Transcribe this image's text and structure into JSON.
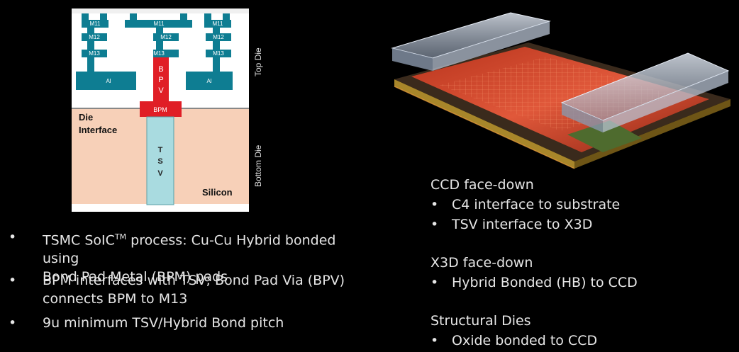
{
  "diagram": {
    "metal_labels": {
      "m11": "M11",
      "m12": "M12",
      "m13": "M13"
    },
    "al_label": "Al",
    "bpv_letters": [
      "B",
      "P",
      "V"
    ],
    "bpm_label": "BPM",
    "tsv_letters": [
      "T",
      "S",
      "V"
    ],
    "die_interface_line1": "Die",
    "die_interface_line2": "Interface",
    "silicon_label": "Silicon",
    "top_die_label": "Top Die",
    "bottom_die_label": "Bottom Die"
  },
  "left_bullets": [
    {
      "line1_pre": "TSMC SoIC",
      "line1_sup": "TM",
      "line1_post": " process: Cu-Cu Hybrid bonded using",
      "line2": "Bond Pad Metal (BPM) pads"
    },
    {
      "line1": "BPM interfaces with TSV; Bond Pad Via (BPV)",
      "line2": "connects BPM to M13"
    },
    {
      "line1": "9u minimum TSV/Hybrid Bond pitch"
    }
  ],
  "right_sections": [
    {
      "heading": "CCD face-down",
      "items": [
        "C4 interface to substrate",
        "TSV interface to X3D"
      ]
    },
    {
      "heading": "X3D face-down",
      "items": [
        "Hybrid Bonded (HB) to CCD"
      ]
    },
    {
      "heading": "Structural Dies",
      "items": [
        "Oxide bonded to CCD"
      ]
    }
  ],
  "colors": {
    "metal": "#0e7d92",
    "bpm_bpv": "#e01e26",
    "tsv": "#a9dbe0",
    "bottom_die": "#f7d0b8",
    "top_die": "#ffffff",
    "chip_glow": "#d8462a"
  }
}
